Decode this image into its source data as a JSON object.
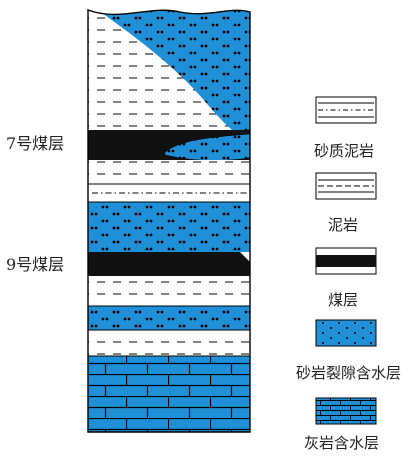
{
  "colors": {
    "aquifer_blue": "#1f8fd8",
    "coal": "#111111",
    "line": "#000000",
    "background": "#ffffff"
  },
  "column": {
    "side_labels": [
      {
        "id": "seam7",
        "text": "7号煤层"
      },
      {
        "id": "seam9",
        "text": "9号煤层"
      }
    ]
  },
  "legend": {
    "items": [
      {
        "id": "sandy-mudstone",
        "label": "砂质泥岩",
        "pattern": "dash-dot"
      },
      {
        "id": "mudstone",
        "label": "泥岩",
        "pattern": "dash"
      },
      {
        "id": "coal-seam",
        "label": "煤层",
        "pattern": "black-band"
      },
      {
        "id": "sandstone-aquifer",
        "label": "砂岩裂隙含水层",
        "pattern": "blue-dots"
      },
      {
        "id": "limestone-aquifer",
        "label": "灰岩含水层",
        "pattern": "blue-brick"
      }
    ]
  }
}
